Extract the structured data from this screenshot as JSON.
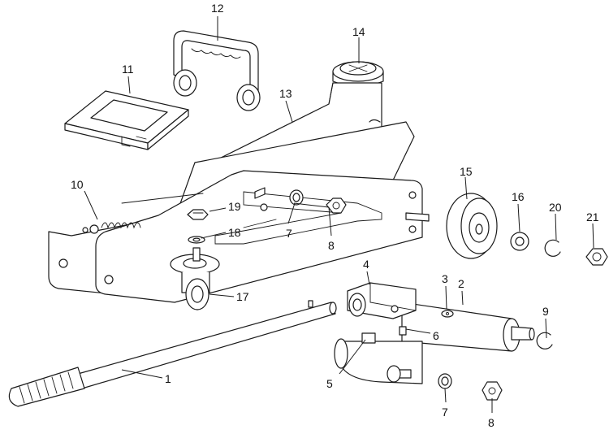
{
  "diagram": {
    "type": "exploded-parts-diagram",
    "line_color": "#1a1a1a",
    "background": "#ffffff",
    "callouts": [
      {
        "id": "c1",
        "label": "1"
      },
      {
        "id": "c2",
        "label": "2"
      },
      {
        "id": "c3",
        "label": "3"
      },
      {
        "id": "c4",
        "label": "4"
      },
      {
        "id": "c5",
        "label": "5"
      },
      {
        "id": "c6",
        "label": "6"
      },
      {
        "id": "c7a",
        "label": "7"
      },
      {
        "id": "c7b",
        "label": "7"
      },
      {
        "id": "c8a",
        "label": "8"
      },
      {
        "id": "c8b",
        "label": "8"
      },
      {
        "id": "c9",
        "label": "9"
      },
      {
        "id": "c10",
        "label": "10"
      },
      {
        "id": "c11",
        "label": "11"
      },
      {
        "id": "c12",
        "label": "12"
      },
      {
        "id": "c13",
        "label": "13"
      },
      {
        "id": "c14",
        "label": "14"
      },
      {
        "id": "c15",
        "label": "15"
      },
      {
        "id": "c16",
        "label": "16"
      },
      {
        "id": "c17",
        "label": "17"
      },
      {
        "id": "c18",
        "label": "18"
      },
      {
        "id": "c19",
        "label": "19"
      },
      {
        "id": "c20",
        "label": "20"
      },
      {
        "id": "c21",
        "label": "21"
      }
    ]
  }
}
